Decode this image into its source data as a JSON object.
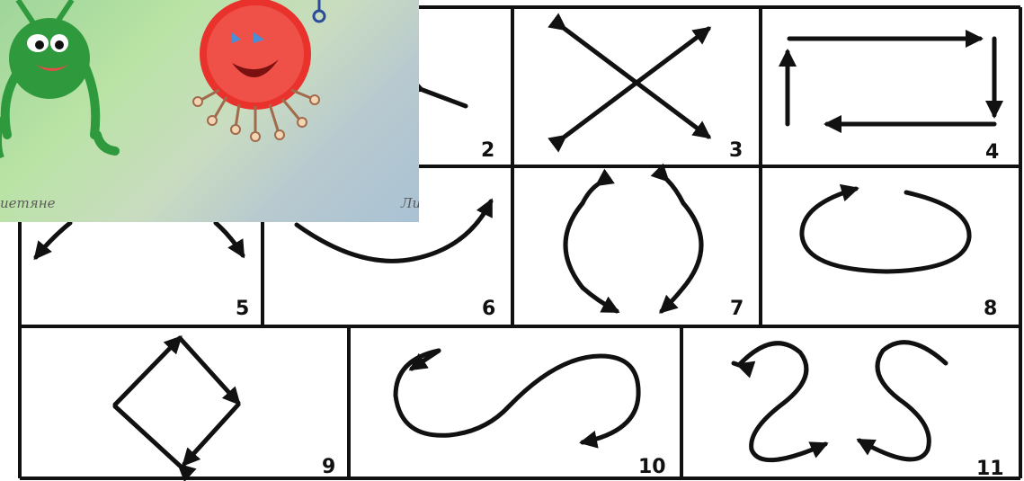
{
  "cells": [
    {
      "number": "2"
    },
    {
      "number": "3"
    },
    {
      "number": "4"
    },
    {
      "number": "5"
    },
    {
      "number": "6"
    },
    {
      "number": "7"
    },
    {
      "number": "8"
    },
    {
      "number": "9"
    },
    {
      "number": "10"
    },
    {
      "number": "11"
    }
  ],
  "overlay": {
    "caption_left": "иетяне",
    "caption_right": "Ли",
    "characters": [
      {
        "icon": "green-alien-icon"
      },
      {
        "icon": "red-fuzzy-alien-icon"
      }
    ]
  },
  "colors": {
    "ink": "#111111",
    "green_alien": "#2f9a3d",
    "red_alien": "#e8322b"
  }
}
